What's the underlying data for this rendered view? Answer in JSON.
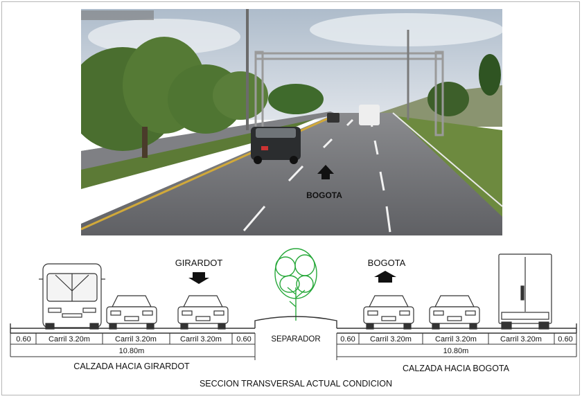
{
  "photo": {
    "overlay_label": "BOGOTA",
    "direction": "forward-arrow",
    "colors": {
      "sky": "#c9d3dc",
      "road": "#6a6b6e",
      "grass": "#5b7d3a",
      "tree": "#3f6b2a"
    }
  },
  "section": {
    "labels": {
      "left_direction": "GIRARDOT",
      "right_direction": "BOGOTA"
    },
    "left_carriageway": {
      "edge_shoulder": "0.60",
      "lanes": [
        "Carril 3.20m",
        "Carril 3.20m",
        "Carril 3.20m"
      ],
      "median_shoulder": "0.60",
      "total_width": "10.80m",
      "name": "CALZADA  HACIA GIRARDOT"
    },
    "median": {
      "label": "SEPARADOR"
    },
    "right_carriageway": {
      "median_shoulder": "0.60",
      "lanes": [
        "Carril 3.20m",
        "Carril 3.20m",
        "Carril 3.20m"
      ],
      "edge_shoulder": "0.60",
      "total_width": "10.80m",
      "name": "CALZADA HACIA BOGOTA"
    },
    "title": "SECCION TRANSVERSAL ACTUAL CONDICION",
    "icons": [
      "bus-icon",
      "car-icon",
      "car-icon",
      "down-arrow-icon",
      "tree-icon",
      "up-arrow-icon",
      "car-icon",
      "car-icon",
      "truck-icon"
    ],
    "tree_color": "#27a83a"
  }
}
